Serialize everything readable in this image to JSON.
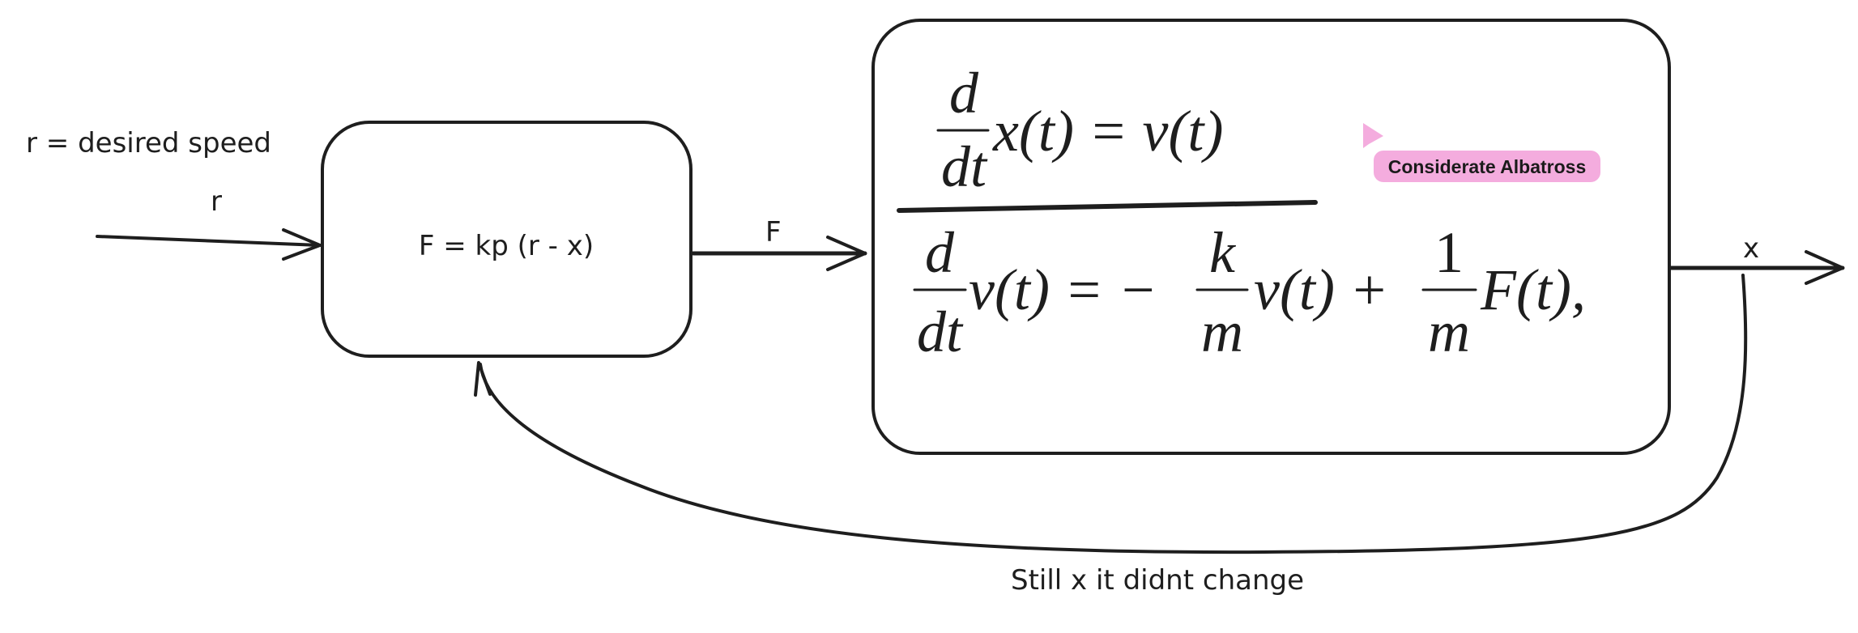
{
  "labels": {
    "reference_desc": "r = desired speed",
    "reference_symbol": "r",
    "controller": "F = kp (r - x)",
    "force_symbol": "F",
    "output_symbol": "x",
    "feedback_note": "Still x it didnt change"
  },
  "equations": {
    "eq1": {
      "num": "d",
      "den": "dt",
      "rhs": "x(t) = v(t)"
    },
    "eq2": {
      "num": "d",
      "den": "dt",
      "part1": "v(t) = −",
      "frac2_num": "k",
      "frac2_den": "m",
      "part2": "v(t) +",
      "frac3_num": "1",
      "frac3_den": "m",
      "part3": "F(t),"
    }
  },
  "collaborator": {
    "name": "Considerate Albatross",
    "color": "#f4acde"
  },
  "colors": {
    "stroke": "#1e1e1e",
    "background": "#ffffff"
  }
}
